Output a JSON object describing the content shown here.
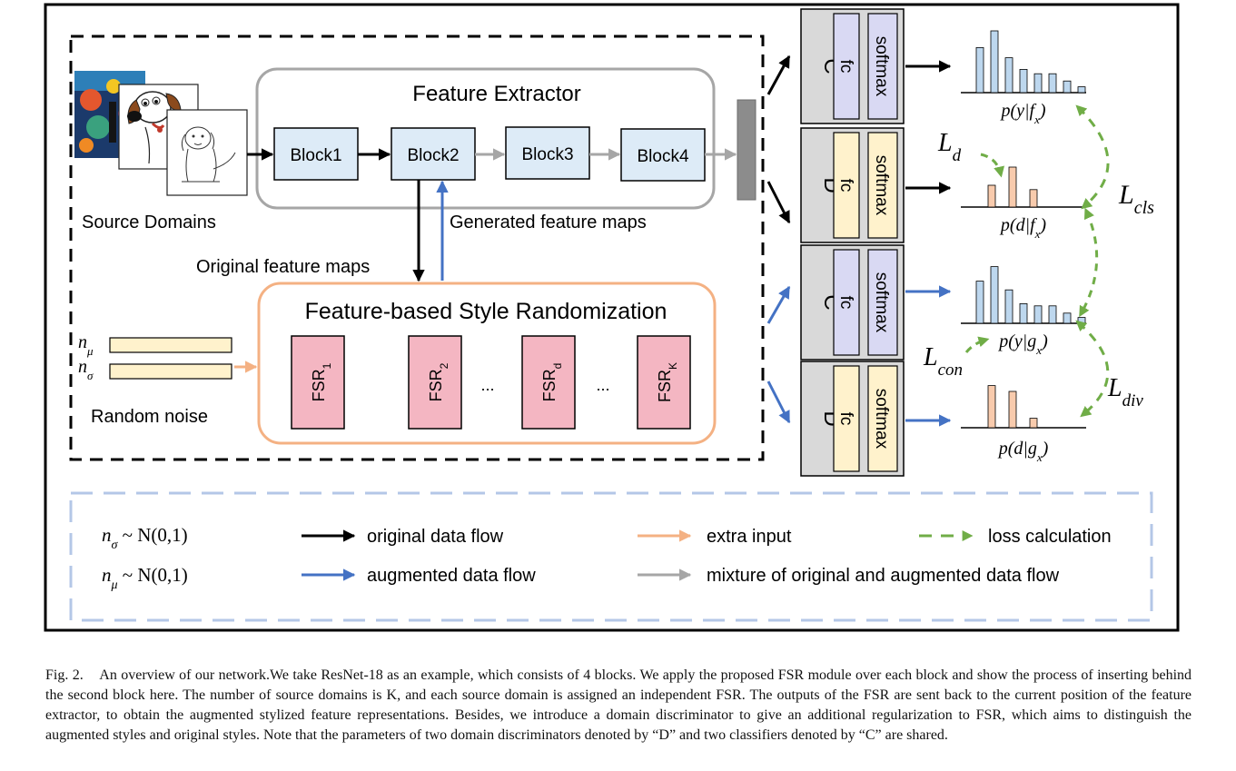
{
  "diagram": {
    "feature_extractor_title": "Feature Extractor",
    "blocks": [
      "Block1",
      "Block2",
      "Block3",
      "Block4"
    ],
    "source_domains_label": "Source Domains",
    "generated_maps_label": "Generated feature maps",
    "original_maps_label": "Original feature maps",
    "fsr_title": "Feature-based Style Randomization",
    "fsr_units": [
      {
        "main": "FSR",
        "sub": "1"
      },
      {
        "main": "FSR",
        "sub": "2"
      },
      {
        "main": "FSR",
        "sub": "d"
      },
      {
        "main": "FSR",
        "sub": "K"
      }
    ],
    "ellipsis": "...",
    "noise": {
      "n_mu": {
        "var": "n",
        "sub": "μ"
      },
      "n_sigma": {
        "var": "n",
        "sub": "σ"
      },
      "label": "Random noise"
    },
    "heads": [
      {
        "letter": "C",
        "fc": "fc",
        "softmax": "softmax",
        "fc_color": "#d9d9f3"
      },
      {
        "letter": "D",
        "fc": "fc",
        "softmax": "softmax",
        "fc_color": "#fff2cc"
      },
      {
        "letter": "C",
        "fc": "fc",
        "softmax": "softmax",
        "fc_color": "#d9d9f3"
      },
      {
        "letter": "D",
        "fc": "fc",
        "softmax": "softmax",
        "fc_color": "#fff2cc"
      }
    ],
    "distributions": [
      {
        "label": "p(y|f_x)",
        "values": [
          0.62,
          0.85,
          0.48,
          0.32,
          0.26,
          0.26,
          0.16,
          0.08
        ],
        "color": "#bdd7ee"
      },
      {
        "label": "p(d|f_x)",
        "values": [
          0.3,
          0.55,
          0.24
        ],
        "color": "#f8cbad"
      },
      {
        "label": "p(y|g_x)",
        "values": [
          0.58,
          0.78,
          0.46,
          0.27,
          0.24,
          0.24,
          0.14,
          0.08
        ],
        "color": "#bdd7ee"
      },
      {
        "label": "p(d|g_x)",
        "values": [
          0.58,
          0.5,
          0.13
        ],
        "color": "#f8cbad"
      }
    ],
    "losses": {
      "l_d": {
        "var": "L",
        "sub": "d"
      },
      "l_cls": {
        "var": "L",
        "sub": "cls"
      },
      "l_con": {
        "var": "L",
        "sub": "con"
      },
      "l_div": {
        "var": "L",
        "sub": "div"
      }
    }
  },
  "legend": {
    "eq_sigma": {
      "var": "n",
      "sub": "σ",
      "rest": " ~ N(0,1)"
    },
    "eq_mu": {
      "var": "n",
      "sub": "μ",
      "rest": " ~ N(0,1)"
    },
    "items": [
      {
        "label": "original data flow",
        "color": "#000000",
        "dashed": false
      },
      {
        "label": "extra input",
        "color": "#f4b183",
        "dashed": false
      },
      {
        "label": "loss calculation",
        "color": "#70ad47",
        "dashed": true
      },
      {
        "label": "augmented data flow",
        "color": "#4472c4",
        "dashed": false
      },
      {
        "label": "mixture of original and augmented data flow",
        "color": "#a6a6a6",
        "dashed": false
      }
    ]
  },
  "colors": {
    "black": "#000000",
    "blue": "#4472c4",
    "gray": "#a6a6a6",
    "orange": "#f4b183",
    "green": "#70ad47",
    "block_fill": "#ddebf7",
    "fsr_fill": "#f4b6c2",
    "noise_fill": "#fff2cc",
    "legend_border": "#b4c7e7"
  },
  "caption": {
    "fig_label": "Fig. 2.",
    "text": "An overview of our network.We take ResNet-18 as an example, which consists of 4 blocks. We apply the proposed FSR module over each block and show the process of inserting behind the second block here. The number of source domains is K, and each source domain is assigned an independent FSR. The outputs of the FSR are sent back to the current position of the feature extractor, to obtain the augmented stylized feature representations. Besides, we introduce a domain discriminator to give an additional regularization to FSR, which aims to distinguish the augmented styles and original styles. Note that the parameters of two domain discriminators denoted by “D” and two classifiers denoted by “C” are shared."
  }
}
